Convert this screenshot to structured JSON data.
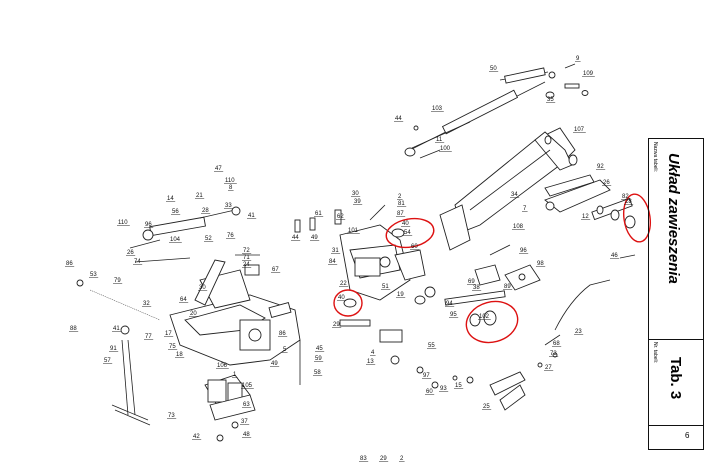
{
  "title_block": {
    "name_label": "Nazwa tabeli:",
    "name_value": "Układ zawieszenia",
    "number_label": "Nr. tabeli:",
    "number_value": "Tab. 3",
    "page_number": "6"
  },
  "colors": {
    "highlight": "#dd1111",
    "ink": "#222222"
  },
  "callouts": [
    "50",
    "9",
    "109",
    "35",
    "103",
    "44",
    "11",
    "100",
    "107",
    "30",
    "39",
    "62",
    "2",
    "87",
    "40",
    "54",
    "60",
    "92",
    "26",
    "82",
    "28",
    "7",
    "12",
    "34",
    "108",
    "101",
    "47",
    "110",
    "8",
    "14",
    "56",
    "21",
    "28",
    "33",
    "41",
    "72",
    "71",
    "24",
    "61",
    "44",
    "49",
    "86",
    "53",
    "79",
    "31",
    "84",
    "74",
    "96",
    "110",
    "26",
    "104",
    "52",
    "32",
    "41",
    "22",
    "40",
    "19",
    "94",
    "20",
    "64",
    "30",
    "17",
    "75",
    "18",
    "77",
    "57",
    "91",
    "106",
    "1",
    "105",
    "63",
    "42",
    "48",
    "37",
    "69",
    "38",
    "29",
    "45",
    "59",
    "58",
    "51",
    "4",
    "13",
    "55",
    "49",
    "5",
    "97",
    "60",
    "68",
    "73",
    "27",
    "23",
    "46",
    "93",
    "15",
    "25",
    "98",
    "96",
    "89",
    "95",
    "102",
    "88",
    "73",
    "86",
    "67",
    "76",
    "81",
    "83",
    "29",
    "2"
  ]
}
